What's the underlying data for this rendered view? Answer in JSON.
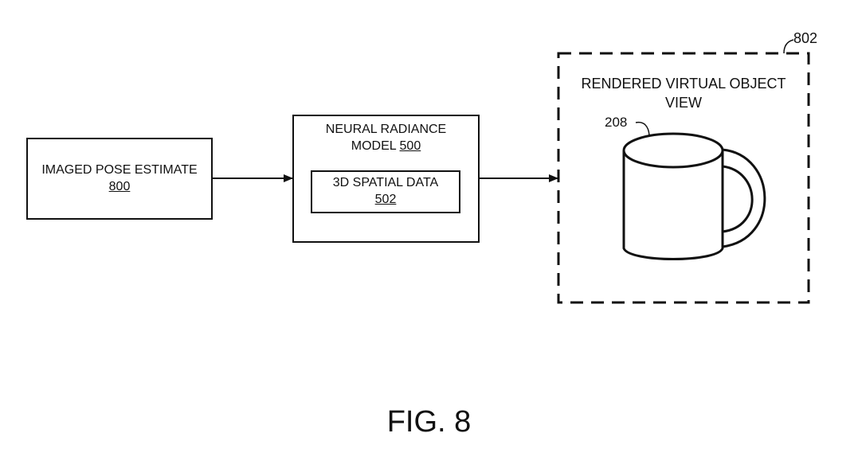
{
  "figure": {
    "caption": "FIG. 8",
    "blocks": {
      "pose": {
        "label": "IMAGED POSE ESTIMATE",
        "ref": "800"
      },
      "model": {
        "label_line1": "NEURAL RADIANCE",
        "label_line2": "MODEL",
        "ref": "500"
      },
      "spatial": {
        "label": "3D SPATIAL DATA",
        "ref": "502"
      },
      "view": {
        "label_line1": "RENDERED VIRTUAL OBJECT",
        "label_line2": "VIEW",
        "ref": "802"
      },
      "object": {
        "name": "mug",
        "ref": "208"
      }
    },
    "connections": [
      {
        "from": "pose",
        "to": "model"
      },
      {
        "from": "model",
        "to": "view"
      }
    ]
  }
}
